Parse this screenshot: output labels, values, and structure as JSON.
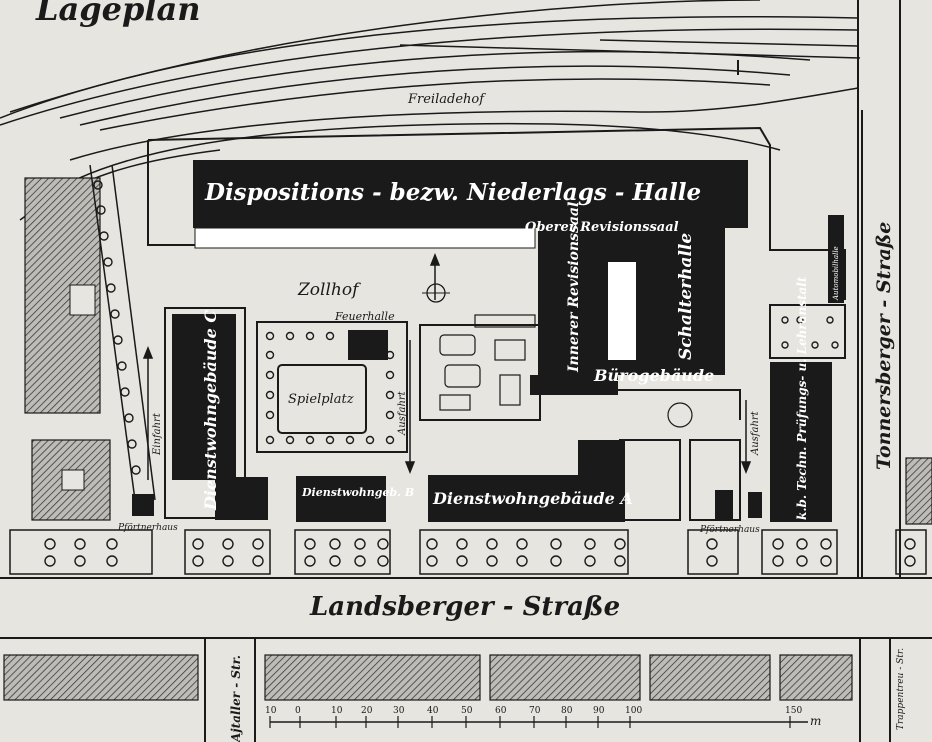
{
  "title": "Lageplan",
  "labels": {
    "freiladehof": "Freiladehof",
    "halle": "Dispositions - bezw. Niederlags - Halle",
    "oberer_revisionssaal": "Oberer Revisionssaal",
    "innerer_revisionssaal": "Innerer Revisionssaal",
    "schalterhalle": "Schalterhalle",
    "buerogebaeude": "Bürogebäude",
    "zollhof": "Zollhof",
    "feuerhalle": "Feuerhalle",
    "spielplatz": "Spielplatz",
    "dienstwohngebaeude_c": "Dienstwohngebäude C",
    "dienstwohngebaeude_b": "Dienstwohngeb. B",
    "dienstwohngebaeude_a": "Dienstwohngebäude A",
    "pruefungsanstalt": "k.b. Techn. Prüfungs- u. Lehranstalt",
    "automobilhalle": "Automobilhalle",
    "einfahrt": "Einfahrt",
    "ausfahrt_mid": "Ausfahrt",
    "ausfahrt_right": "Ausfahrt",
    "pfoertnerhaus_left": "Pförtnerhaus",
    "pfoertnerhaus_right": "Pförtnerhaus",
    "landsberger": "Landsberger - Straße",
    "tonnersberger": "Tonnersberger - Straße",
    "ajtaller": "Ajtaller - Str.",
    "trappentreu": "Trappentreu - Str.",
    "scale_unit": "m"
  },
  "scale": {
    "ticks": [
      "10",
      "0",
      "10",
      "20",
      "30",
      "40",
      "50",
      "60",
      "70",
      "80",
      "90",
      "100",
      "150"
    ]
  }
}
